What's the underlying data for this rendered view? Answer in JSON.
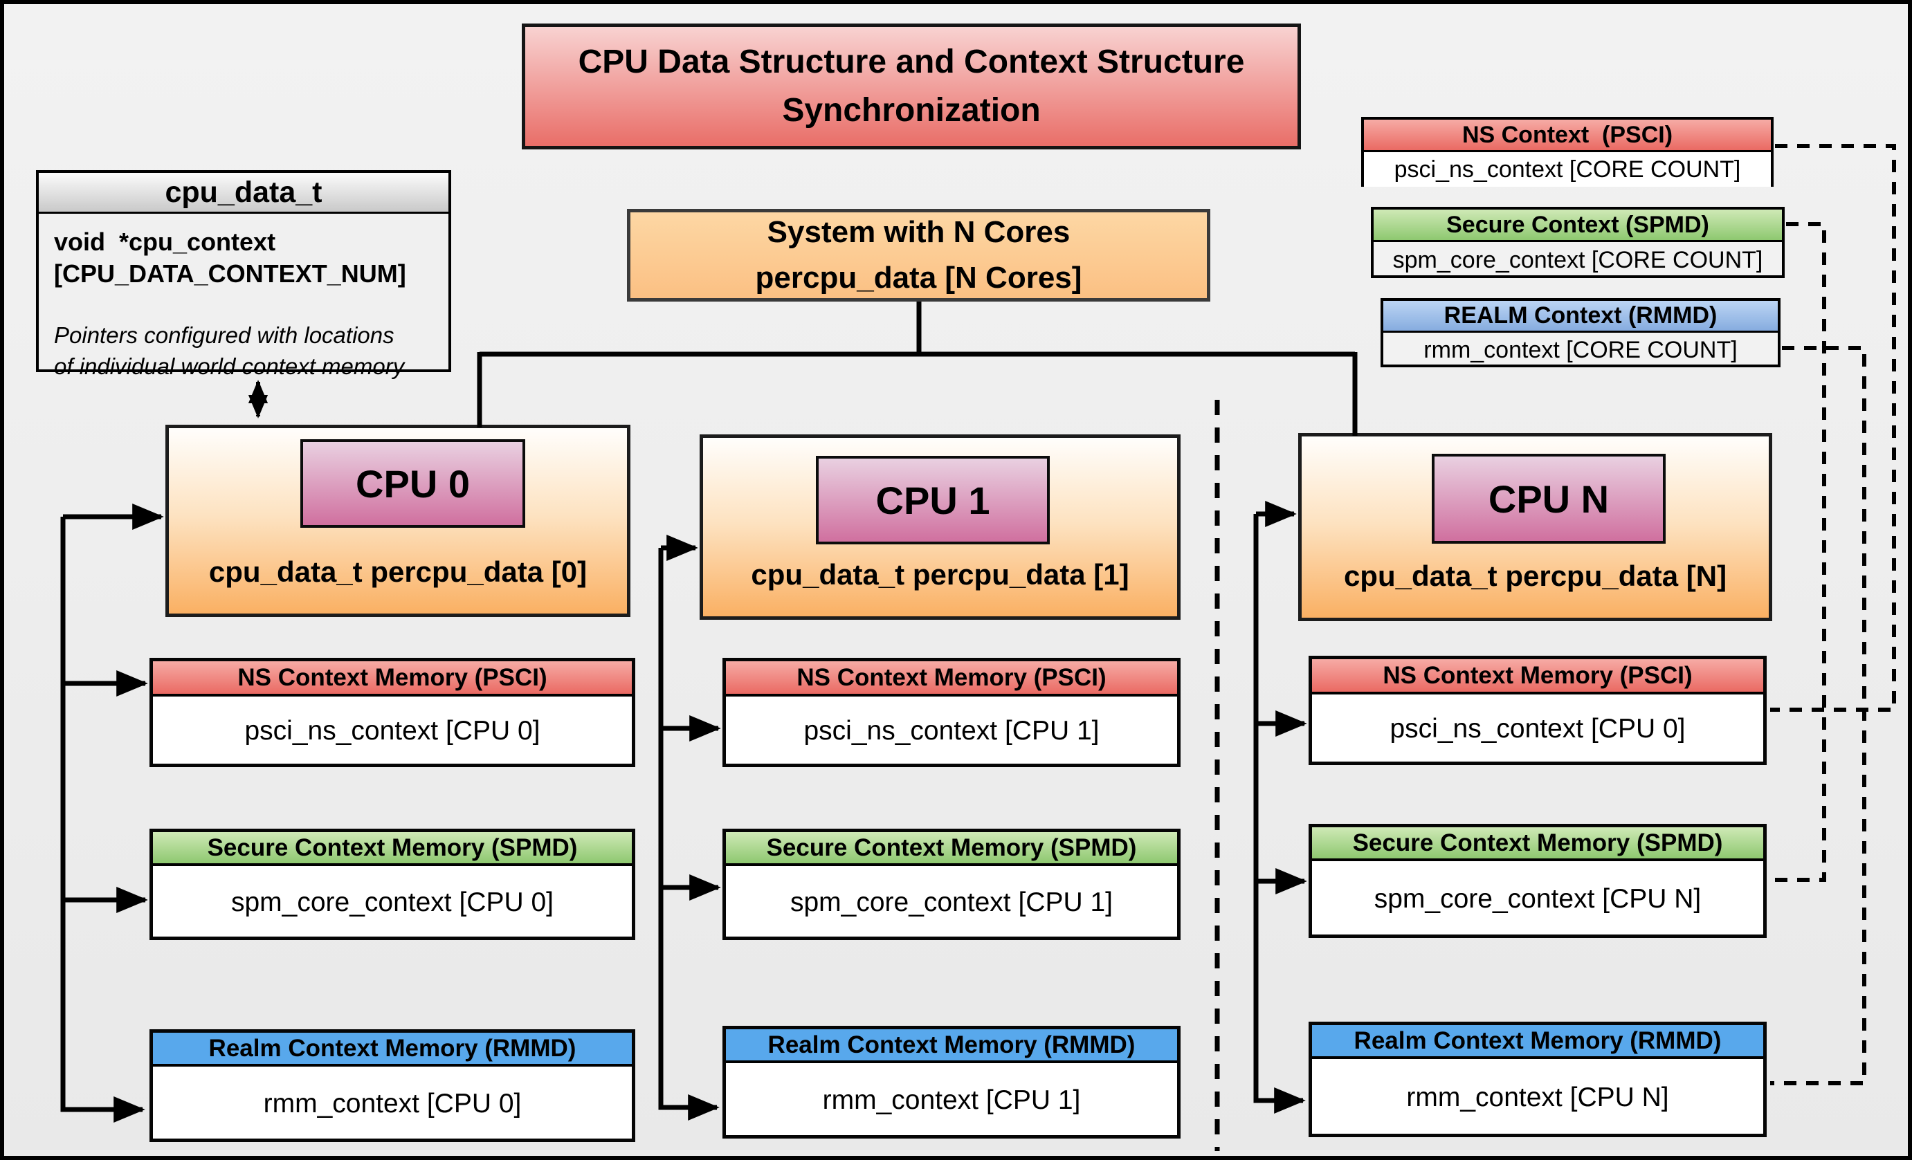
{
  "title": {
    "line1": "CPU Data Structure and Context Structure",
    "line2": "Synchronization"
  },
  "cpu_data_struct": {
    "header": "cpu_data_t",
    "field_line1": "void  *cpu_context",
    "field_line2": "[CPU_DATA_CONTEXT_NUM]",
    "note_line1": "Pointers configured with locations",
    "note_line2": "of individual world context memory"
  },
  "system_box": {
    "line1": "System with N Cores",
    "line2": "percpu_data [N Cores]"
  },
  "legend": {
    "ns": {
      "header": "NS Context  (PSCI)",
      "body": "psci_ns_context [CORE COUNT]"
    },
    "secure": {
      "header": "Secure Context (SPMD)",
      "body": "spm_core_context [CORE COUNT]"
    },
    "realm": {
      "header": "REALM Context (RMMD)",
      "body": "rmm_context [CORE COUNT]"
    }
  },
  "cpus": [
    {
      "name": "CPU 0",
      "data_label": "cpu_data_t percpu_data [0]",
      "ns": {
        "header": "NS Context Memory (PSCI)",
        "body": "psci_ns_context [CPU 0]"
      },
      "secure": {
        "header": "Secure Context Memory (SPMD)",
        "body": "spm_core_context [CPU 0]"
      },
      "realm": {
        "header": "Realm Context Memory (RMMD)",
        "body": "rmm_context [CPU 0]"
      }
    },
    {
      "name": "CPU 1",
      "data_label": "cpu_data_t percpu_data [1]",
      "ns": {
        "header": "NS Context Memory (PSCI)",
        "body": "psci_ns_context [CPU 1]"
      },
      "secure": {
        "header": "Secure Context Memory (SPMD)",
        "body": "spm_core_context [CPU 1]"
      },
      "realm": {
        "header": "Realm Context Memory (RMMD)",
        "body": "rmm_context [CPU 1]"
      }
    },
    {
      "name": "CPU N",
      "data_label": "cpu_data_t percpu_data [N]",
      "ns": {
        "header": "NS Context Memory (PSCI)",
        "body": "psci_ns_context [CPU 0]"
      },
      "secure": {
        "header": "Secure Context Memory (SPMD)",
        "body": "spm_core_context [CPU N]"
      },
      "realm": {
        "header": "Realm Context Memory (RMMD)",
        "body": "rmm_context [CPU N]"
      }
    }
  ],
  "colors": {
    "title-top": "#f8d2d1",
    "title-bottom": "#e96e68",
    "gray-top": "#fbfbfb",
    "gray-bottom": "#c9c9c9",
    "orange-top": "#fdd7a4",
    "orange-bottom": "#fbc083",
    "cpu-top": "#fffefc",
    "cpu-bottom": "#fab063",
    "pink-top": "#e9d0e1",
    "pink-bottom": "#d0709f",
    "ns-top": "#f6aba5",
    "ns-bottom": "#ea6a63",
    "green-top": "#cfe9b6",
    "green-bottom": "#8ec870",
    "blue": "#58a8ec"
  }
}
